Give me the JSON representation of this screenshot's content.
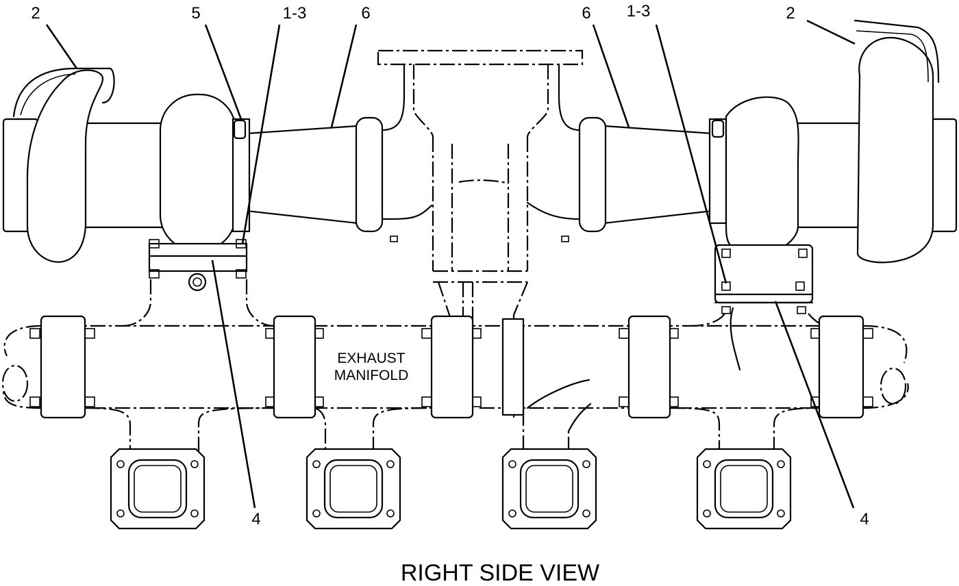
{
  "callouts": {
    "left_turbo": "2",
    "left_clamp": "5",
    "left_bolts": "1-3",
    "left_pipe": "6",
    "right_pipe": "6",
    "right_bolts": "1-3",
    "right_turbo": "2",
    "left_gasket": "4",
    "right_gasket": "4"
  },
  "manifold_label": {
    "line1": "EXHAUST",
    "line2": "MANIFOLD"
  },
  "view_title": "RIGHT SIDE VIEW"
}
